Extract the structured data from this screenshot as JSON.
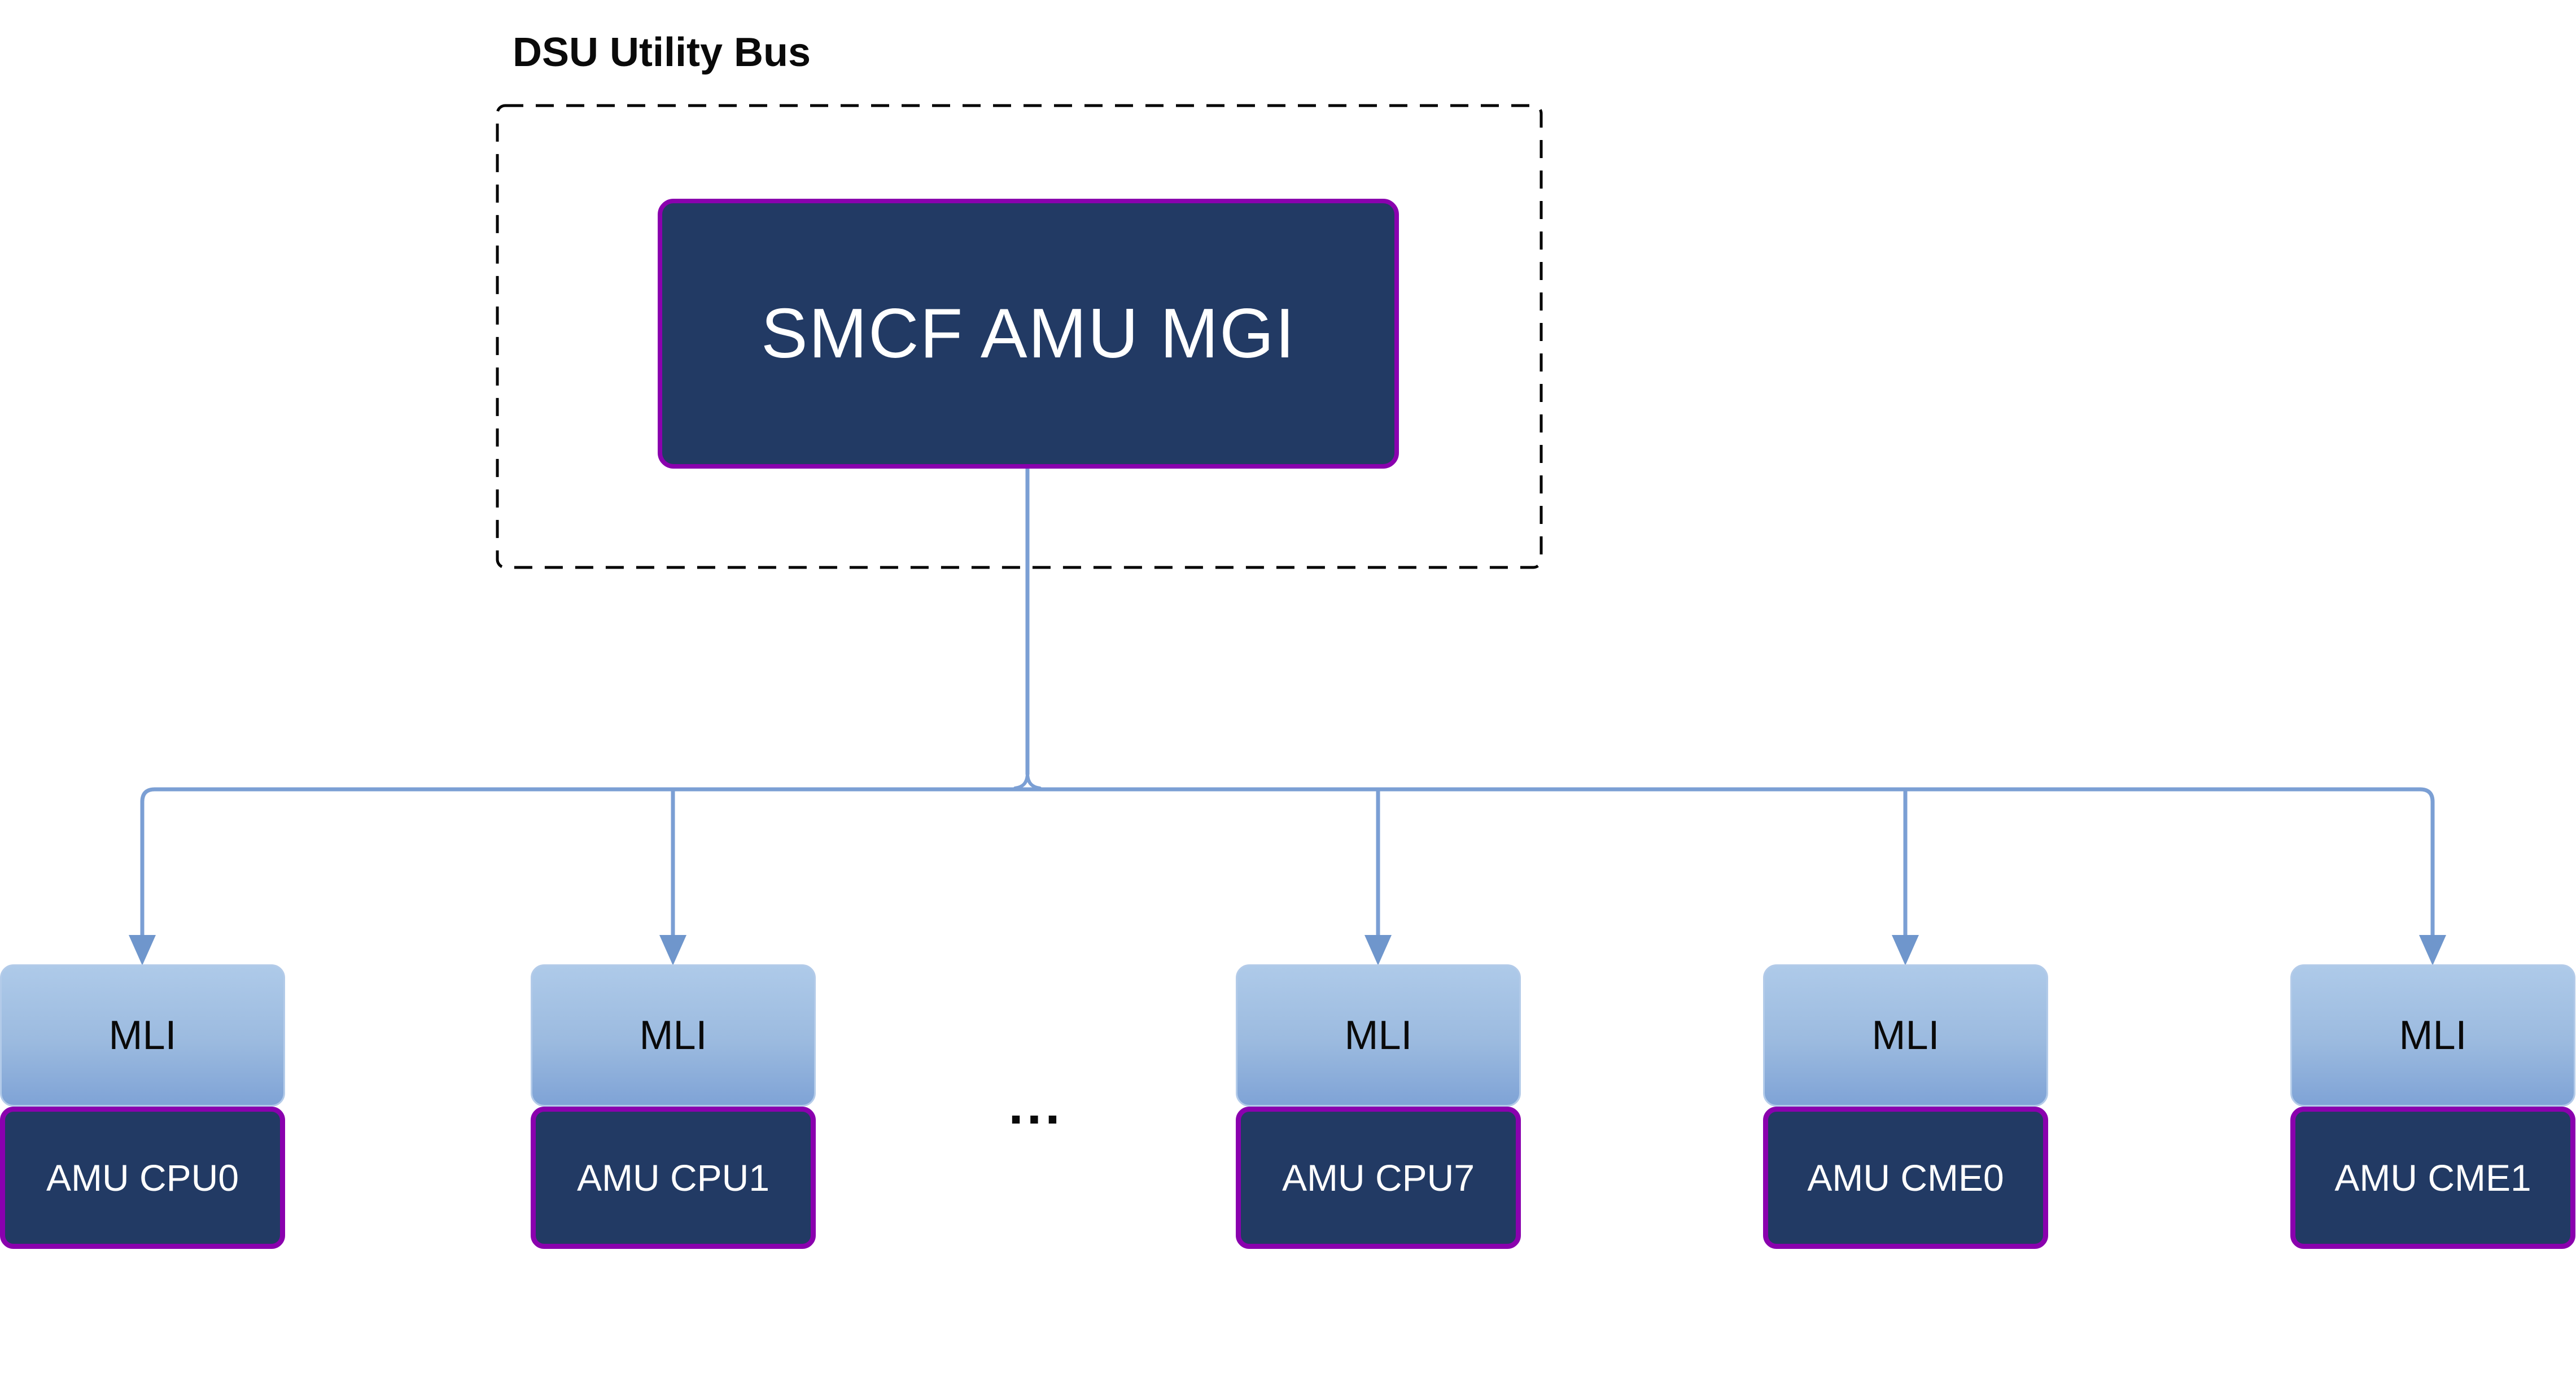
{
  "diagram": {
    "title": "DSU Utility Bus",
    "root_node": {
      "label": "SMCF AMU MGI"
    },
    "ellipsis": "...",
    "units": [
      {
        "interface": "MLI",
        "module": "AMU CPU0"
      },
      {
        "interface": "MLI",
        "module": "AMU CPU1"
      },
      {
        "interface": "MLI",
        "module": "AMU CPU7"
      },
      {
        "interface": "MLI",
        "module": "AMU CME0"
      },
      {
        "interface": "MLI",
        "module": "AMU CME1"
      }
    ],
    "colors": {
      "node_fill_navy": "#223A64",
      "node_border_purple": "#8A01AE",
      "mli_gradient_top": "#AECAE9",
      "mli_gradient_bottom": "#7FA3D6",
      "connector_blue": "#7B9FD4",
      "arrowhead_blue": "#6F96CC",
      "dashed_boundary": "#000000",
      "text_dark": "#0A0A0A",
      "text_light": "#FFFFFF",
      "background": "#FFFFFF"
    }
  }
}
